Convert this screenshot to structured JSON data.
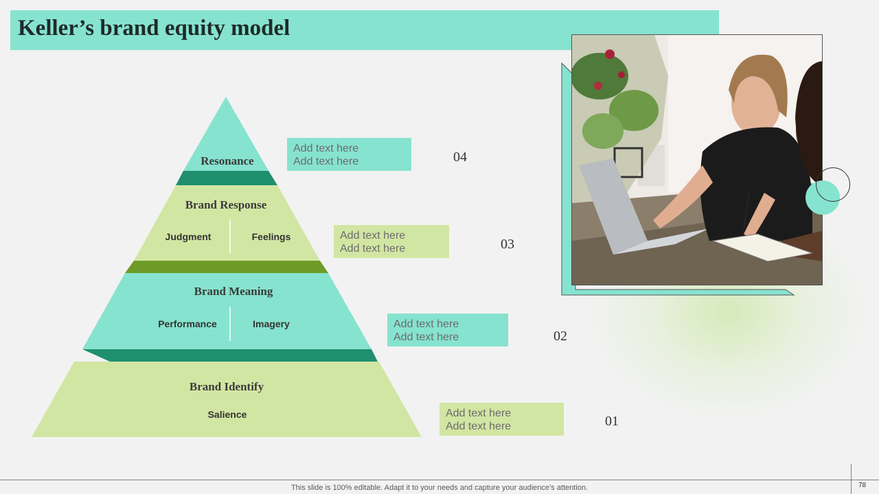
{
  "title": "Keller’s brand equity model",
  "levels": [
    {
      "title": "Resonance",
      "subs": []
    },
    {
      "title": "Brand Response",
      "subs": [
        "Judgment",
        "Feelings"
      ]
    },
    {
      "title": "Brand Meaning",
      "subs": [
        "Performance",
        "Imagery"
      ]
    },
    {
      "title": "Brand Identify",
      "subs": [
        "Salience"
      ]
    }
  ],
  "text_boxes": [
    {
      "lines": [
        "Add text here",
        "Add text here"
      ],
      "number": "04"
    },
    {
      "lines": [
        "Add text here",
        "Add text here"
      ],
      "number": "03"
    },
    {
      "lines": [
        "Add text here",
        "Add text here"
      ],
      "number": "02"
    },
    {
      "lines": [
        "Add text here",
        "Add text here"
      ],
      "number": "01"
    }
  ],
  "footer": {
    "text": "This slide is 100% editable. Adapt it to your needs and capture your audience’s attention.",
    "page_number": "78"
  },
  "colors": {
    "mint": "#86e3cf",
    "mint_dark": "#1f8f6e",
    "lime": "#d2e6a3",
    "lime_dark": "#6e9b28"
  }
}
